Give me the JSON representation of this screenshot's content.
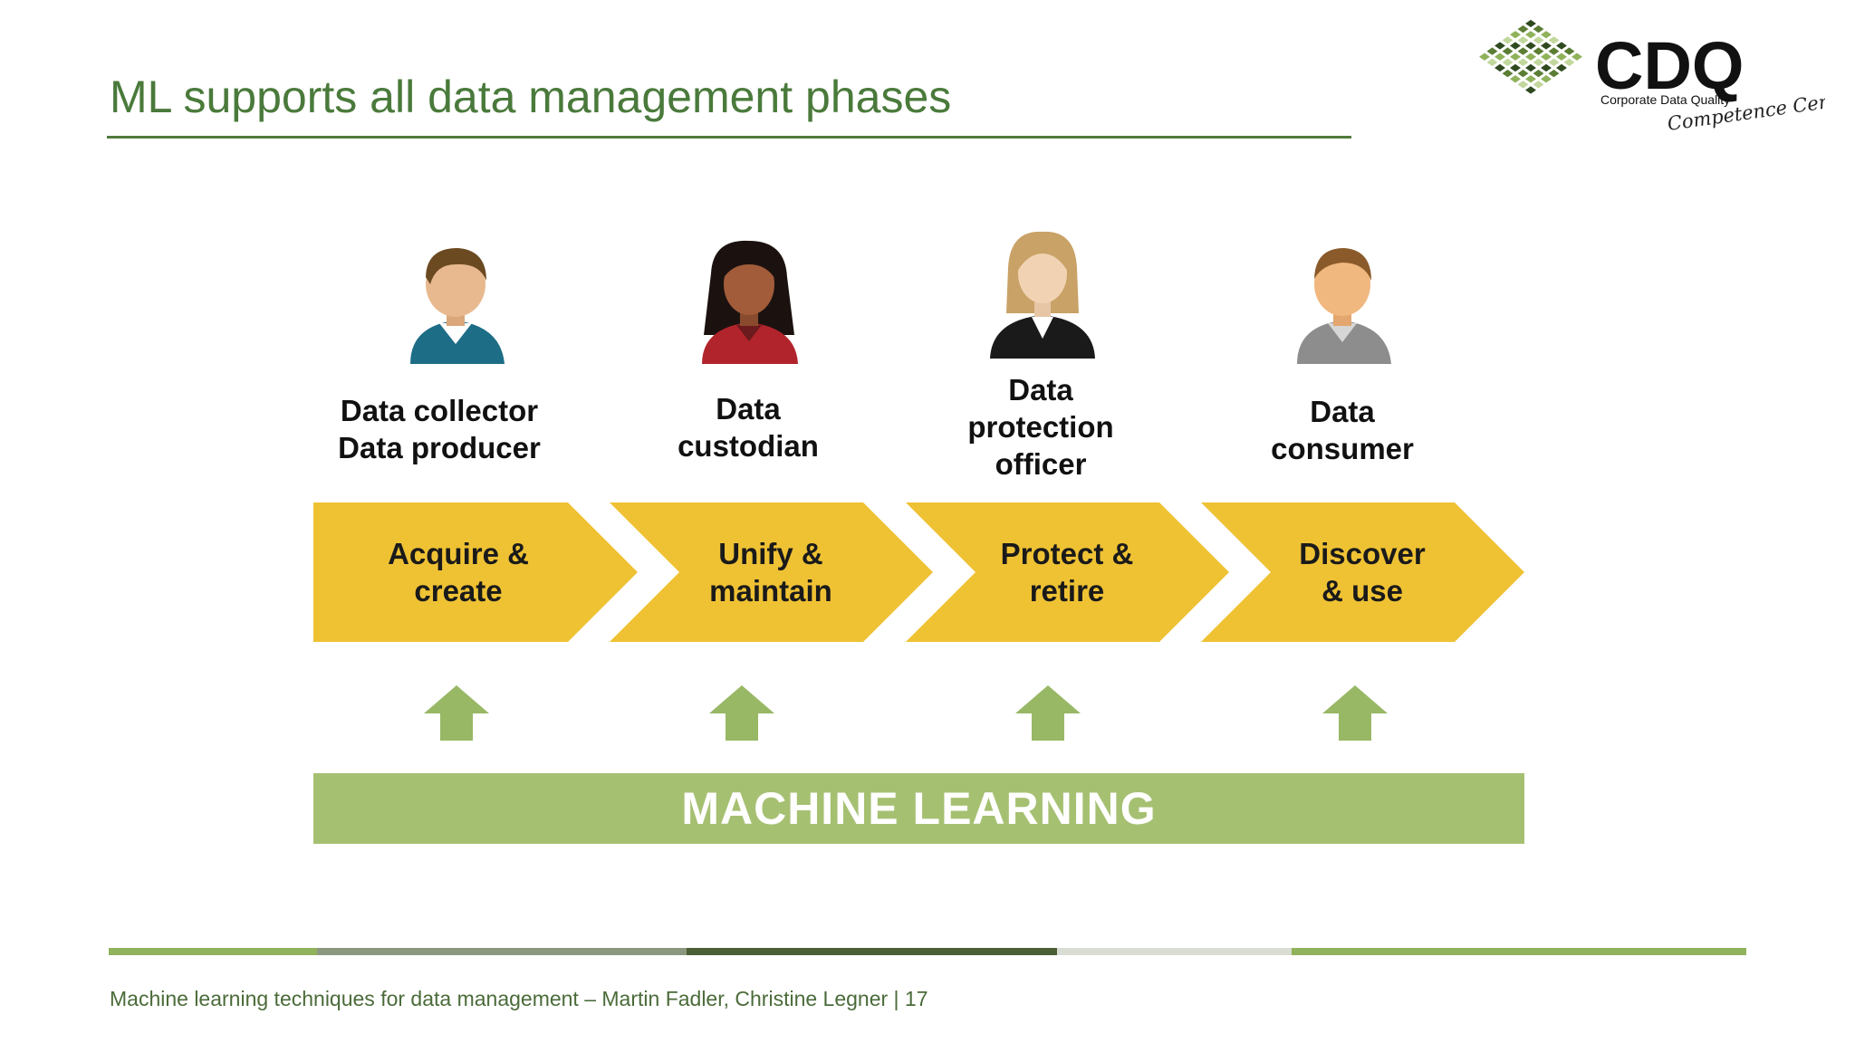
{
  "slide": {
    "title": "ML supports all data management phases",
    "footer": "Machine learning techniques for data management – Martin Fadler, Christine Legner | 17"
  },
  "logo": {
    "name": "CDQ",
    "tagline": "Corporate Data Quality",
    "script": "Competence Center"
  },
  "roles": [
    {
      "line1": "Data collector",
      "line2": "Data producer",
      "line3": "",
      "icon": "man-blue-sweater-icon"
    },
    {
      "line1": "Data",
      "line2": "custodian",
      "line3": "",
      "icon": "woman-red-jacket-icon"
    },
    {
      "line1": "Data",
      "line2": "protection",
      "line3": "officer",
      "icon": "woman-black-suit-icon"
    },
    {
      "line1": "Data",
      "line2": "consumer",
      "line3": "",
      "icon": "man-gray-shirt-icon"
    }
  ],
  "phases": [
    {
      "line1": "Acquire &",
      "line2": "create"
    },
    {
      "line1": "Unify &",
      "line2": "maintain"
    },
    {
      "line1": "Protect &",
      "line2": "retire"
    },
    {
      "line1": "Discover",
      "line2": "& use"
    }
  ],
  "machine_learning_label": "MACHINE LEARNING",
  "colors": {
    "title_green": "#4a7a3b",
    "chevron_yellow": "#efc234",
    "ml_green": "#a6c072",
    "arrow_green": "#98b865",
    "bottom_bar": [
      "#8fb25a",
      "#8c9780",
      "#4b5e35",
      "#d9ddd3",
      "#8fb25a"
    ]
  }
}
